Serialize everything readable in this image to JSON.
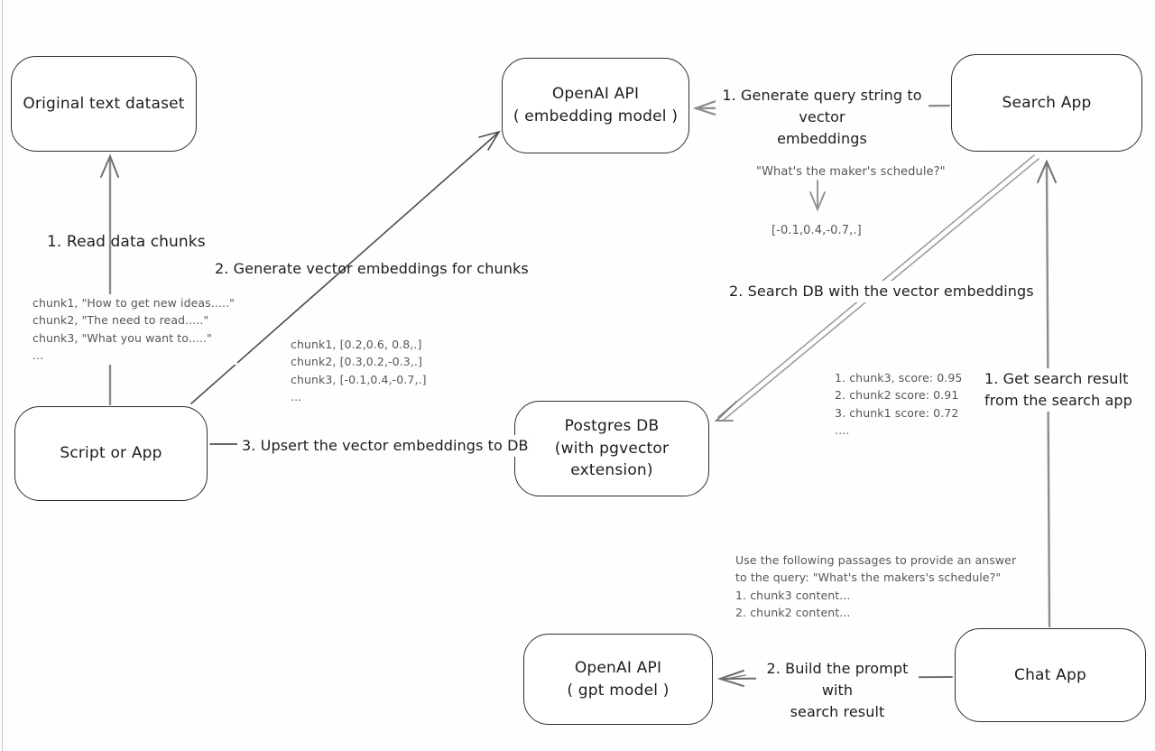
{
  "nodes": {
    "original_dataset": {
      "label": "Original text dataset"
    },
    "openai_embedding": {
      "line1": "OpenAI API",
      "line2": "( embedding model )"
    },
    "search_app": {
      "label": "Search App"
    },
    "script_or_app": {
      "label": "Script or App"
    },
    "postgres_db": {
      "line1": "Postgres DB",
      "line2": "(with pgvector extension)"
    },
    "openai_gpt": {
      "line1": "OpenAI API",
      "line2": "( gpt model )"
    },
    "chat_app": {
      "label": "Chat App"
    }
  },
  "edges": {
    "read_chunks": {
      "label": "1. Read data chunks"
    },
    "generate_embeddings": {
      "label": "2. Generate vector embeddings for chunks"
    },
    "upsert": {
      "label": "3. Upsert the vector embeddings to DB"
    },
    "query_string": {
      "line1": "1. Generate query string to vector",
      "line2": "embeddings"
    },
    "search_db": {
      "label": "2. Search DB with the vector embeddings"
    },
    "get_result": {
      "line1": "1. Get search result",
      "line2": "from the search app"
    },
    "build_prompt": {
      "line1": "2. Build the prompt with",
      "line2": "search result"
    }
  },
  "annotations": {
    "chunk_texts": {
      "lines": [
        "chunk1, \"How to get new ideas.....\"",
        "chunk2, \"The need to read.....\"",
        "chunk3, \"What you want to.....\"",
        "..."
      ]
    },
    "chunk_vectors": {
      "lines": [
        "chunk1, [0.2,0.6, 0.8,.]",
        "chunk2, [0.3,0.2,-0.3,.]",
        "chunk3, [-0.1,0.4,-0.7,.]",
        "..."
      ]
    },
    "query_example": {
      "text": "\"What's the maker's schedule?\"",
      "vector": "[-0.1,0.4,-0.7,.]"
    },
    "search_scores": {
      "lines": [
        "1. chunk3, score: 0.95",
        "2. chunk2 score: 0.91",
        "3. chunk1 score: 0.72",
        "...."
      ]
    },
    "prompt_example": {
      "lines": [
        "Use the following passages to provide an answer",
        "to the query: \"What's the makers's schedule?\"",
        "1. chunk3 content...",
        "2. chunk2 content..."
      ]
    }
  },
  "colors": {
    "ink": "#2e2e2e",
    "label_text": "#1d1d1d",
    "annotation_text": "#565656",
    "arrow_gray": "#8c8c8c",
    "arrow_dark": "#4d4d4d",
    "background": "#fefefe"
  }
}
